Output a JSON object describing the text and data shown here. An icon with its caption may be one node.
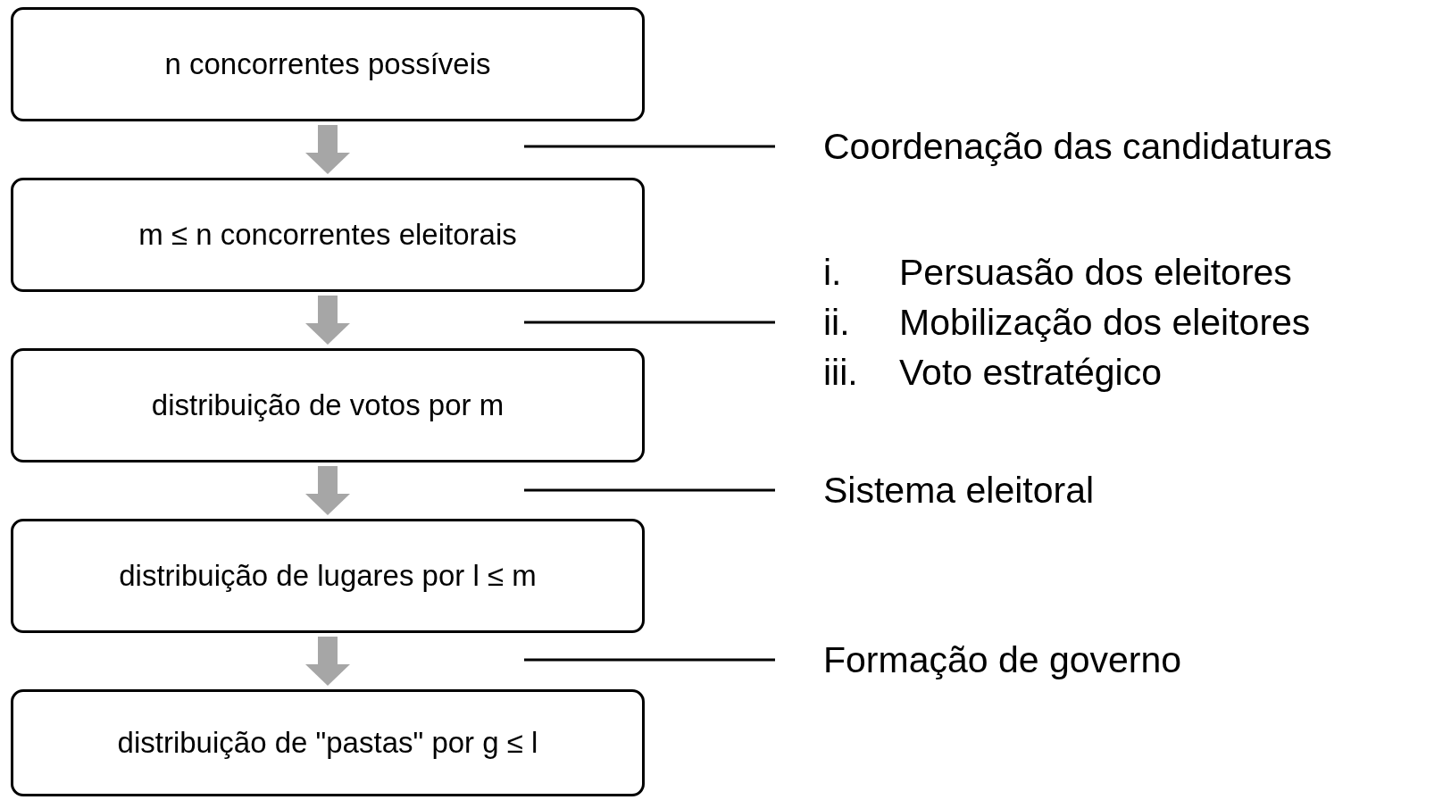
{
  "diagram": {
    "nodes": [
      {
        "text": [
          "n concorrentes possíveis"
        ]
      },
      {
        "text": [
          "m ≤ n concorrentes eleitorais"
        ]
      },
      {
        "text": [
          "distribuição de votos por m"
        ]
      },
      {
        "text": [
          "distribuição de lugares por l ≤ m"
        ]
      },
      {
        "text": [
          "distribuição de \"pastas\" por g ≤ l"
        ]
      },
      {
        "text": [
          "Coordenação das candidaturas"
        ]
      },
      {
        "text": [
          "i. Persuasão dos eleitores",
          "ii. Mobilização dos eleitores",
          "iii. Voto estratégico"
        ]
      },
      {
        "text": [
          "Sistema eleitoral"
        ]
      },
      {
        "text": [
          "Formação de governo"
        ]
      }
    ],
    "edges": [
      {
        "from": 0,
        "to": 1,
        "arrow": "to",
        "style": "thick",
        "color": "#a6a6a6"
      },
      {
        "from": 1,
        "to": 2,
        "arrow": "to",
        "style": "thick",
        "color": "#a6a6a6"
      },
      {
        "from": 2,
        "to": 3,
        "arrow": "to",
        "style": "thick",
        "color": "#a6a6a6"
      },
      {
        "from": 3,
        "to": 4,
        "arrow": "to",
        "style": "thick",
        "color": "#a6a6a6"
      },
      {
        "from": 5,
        "to": null,
        "arrow": "none",
        "color": "#000000"
      },
      {
        "from": 6,
        "to": null,
        "arrow": "none",
        "color": "#000000"
      },
      {
        "from": 7,
        "to": null,
        "arrow": "none",
        "color": "#000000"
      },
      {
        "from": 8,
        "to": null,
        "arrow": "none",
        "color": "#000000"
      }
    ]
  }
}
